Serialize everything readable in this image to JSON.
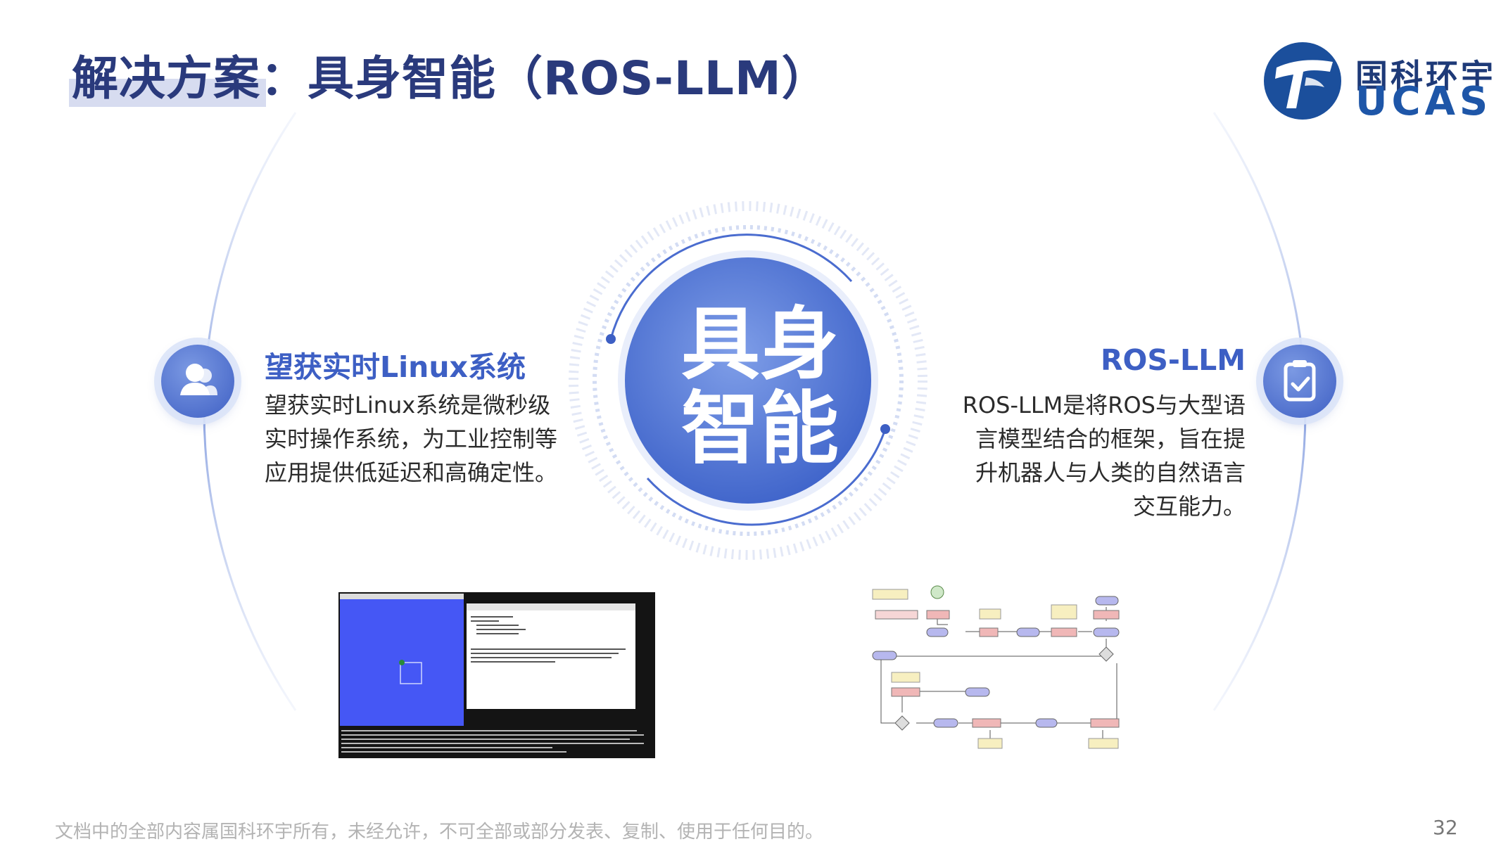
{
  "title": "解决方案：具身智能（ROS-LLM）",
  "logo": {
    "cn": "国科环宇",
    "en": "UCAS"
  },
  "center": {
    "line1": "具身",
    "line2": "智能"
  },
  "left": {
    "heading": "望获实时Linux系统",
    "body": "望获实时Linux系统是微秒级实时操作系统，为工业控制等应用提供低延迟和高确定性。",
    "icon": "user-icon"
  },
  "right": {
    "heading": "ROS-LLM",
    "body": "ROS-LLM是将ROS与大型语言模型结合的框架，旨在提升机器人与人类的自然语言交互能力。",
    "icon": "checklist-icon"
  },
  "footer": "文档中的全部内容属国科环宇所有，未经允许，不可全部或部分发表、复制、使用于任何目的。",
  "page_number": "32",
  "colors": {
    "title": "#2a3a7c",
    "accent": "#3d5fc4",
    "center_fill": "#5b7fd9"
  }
}
